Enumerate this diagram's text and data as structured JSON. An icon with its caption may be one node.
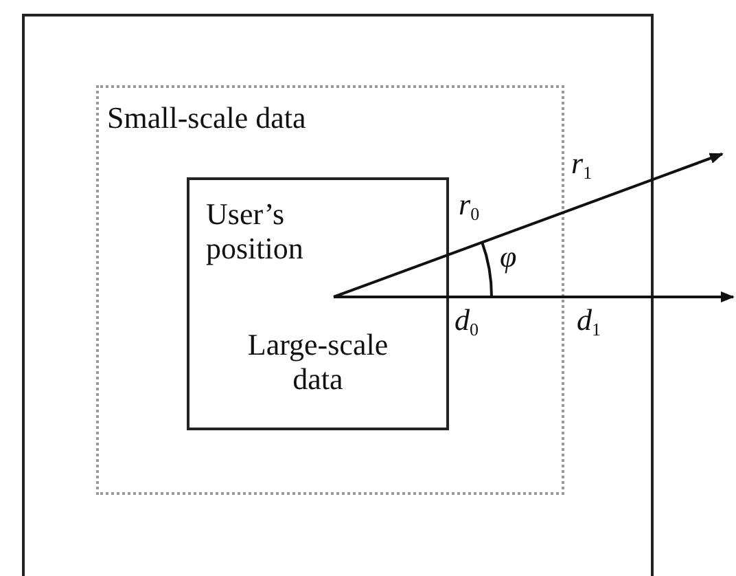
{
  "diagram": {
    "nodes": [
      {
        "text": [],
        "shape": "box"
      },
      {
        "text": [
          "Small-scale data"
        ],
        "in": 0
      },
      {
        "text": [
          "User’s position",
          "Large-scale data"
        ],
        "in": 1
      }
    ],
    "labels": [
      "*r*$_{1}$",
      "*r*$_{0}$",
      "*φ*",
      "*d*$_{0}$",
      "*d*$_{1}$"
    ]
  }
}
